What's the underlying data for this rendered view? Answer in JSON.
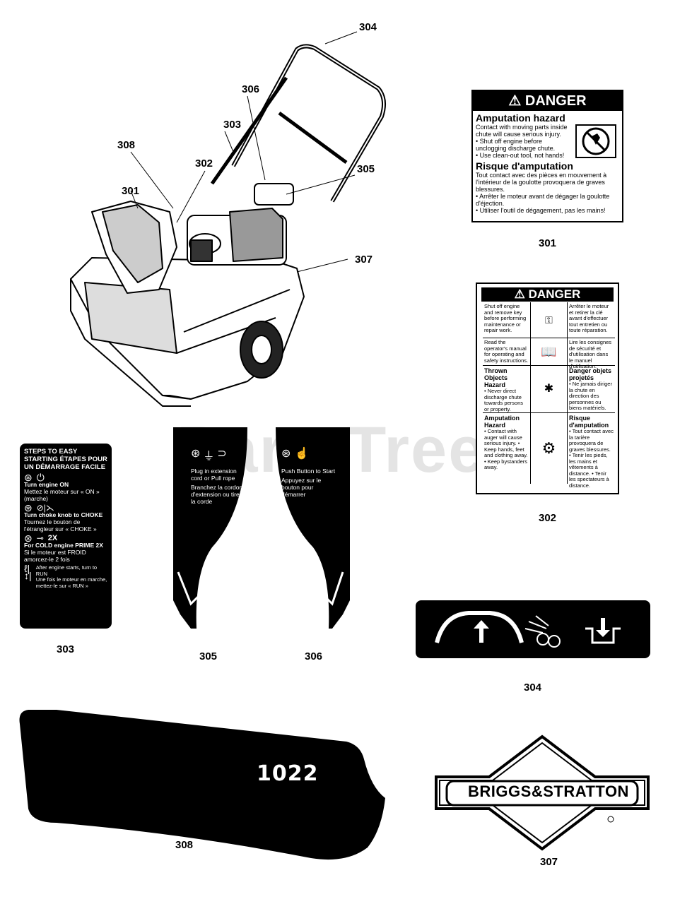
{
  "watermark": "PartsTree",
  "callouts": {
    "c304": "304",
    "c306": "306",
    "c303": "303",
    "c308": "308",
    "c302": "302",
    "c305": "305",
    "c301": "301",
    "c307": "307"
  },
  "part_numbers": {
    "p301": "301",
    "p302": "302",
    "p303": "303",
    "p305": "305",
    "p306": "306",
    "p304": "304",
    "p308": "308",
    "p307": "307"
  },
  "label301": {
    "heading": "DANGER",
    "title_en": "Amputation hazard",
    "body_en": "Contact with moving parts inside chute will cause serious injury.",
    "bullet1_en": "• Shut off engine before unclogging discharge chute.",
    "bullet2_en": "• Use clean-out tool, not hands!",
    "title_fr": "Risque d'amputation",
    "body_fr": "Tout contact avec des pièces en mouvement à l'intérieur de la goulotte provoquera de graves blessures.",
    "bullet1_fr": "• Arrêter le moteur avant de dégager la goulotte d'éjection.",
    "bullet2_fr": "• Utiliser l'outil de dégagement, pas les mains!"
  },
  "label302": {
    "heading": "DANGER",
    "r1_en": "Shut off engine and remove key before performing maintenance or repair work.",
    "r1_fr": "Arrêter le moteur et retirer la clé avant d'effectuer tout entretien ou toute réparation.",
    "r2_en": "Read the operator's manual for operating and safety instructions.",
    "r2_fr": "Lire les consignes de sécurité et d'utilisation dans le manuel d'utilisation.",
    "r3_title_en": "Thrown Objects Hazard",
    "r3_en": "• Never direct discharge chute towards persons or property.",
    "r3_title_fr": "Danger objets projetés",
    "r3_fr": "• Ne jamais diriger la chute en direction des personnes ou biens matériels.",
    "r4_title_en": "Amputation Hazard",
    "r4_en": "• Contact with auger will cause serious injury. • Keep hands, feet and clothing away. • Keep bystanders away.",
    "r4_title_fr": "Risque d'amputation",
    "r4_fr": "• Tout contact avec la tarière provoquera de graves blessures. • Tenir les pieds, les mains et vêtements à distance. • Tenir les spectateurs à distance."
  },
  "label303": {
    "title": "STEPS TO EASY STARTING ÉTAPES POUR UN DÉMARRAGE FACILE",
    "s1": "Turn engine ON",
    "s1_fr": "Mettez le moteur sur « ON » (marche)",
    "s2": "Turn choke knob to CHOKE",
    "s2_fr": "Tournez le bouton de l'étrangleur sur « CHOKE »",
    "s3_badge": "2X",
    "s3": "For COLD engine PRIME 2X",
    "s3_fr": "Si le moteur est FROID amorcez-le 2 fois",
    "s4": "After engine starts, turn to RUN",
    "s4_fr": "Une fois le moteur en marche, mettez-le sur « RUN »"
  },
  "label305": {
    "en": "Plug in extension cord or Pull rope",
    "fr": "Branchez la cordon d'extension ou tirer la corde"
  },
  "label306": {
    "en": "Push Button to Start",
    "fr": "Appuyez sur le bouton pour démarrer"
  },
  "label308": {
    "model": "1022"
  },
  "label307": {
    "brand": "BRIGGS&STRATTON"
  }
}
